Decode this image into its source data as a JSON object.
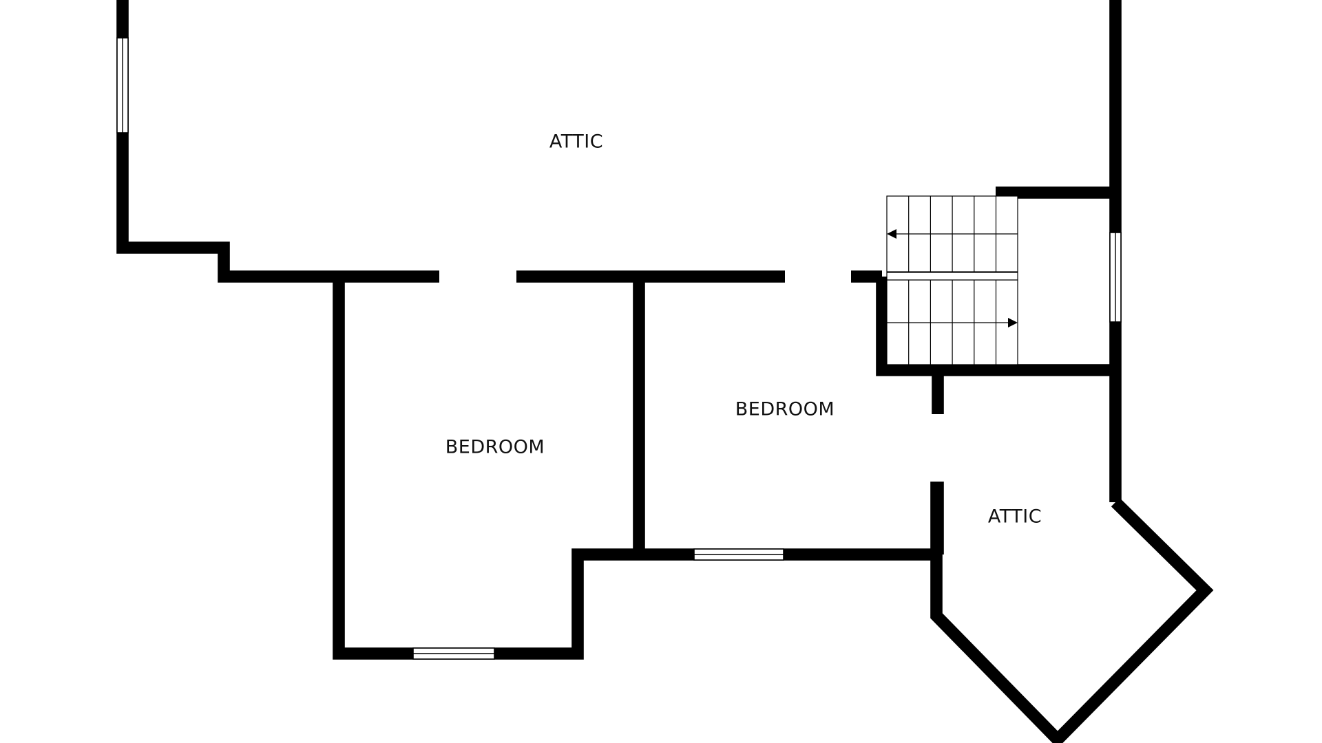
{
  "rooms": [
    {
      "id": "attic-main",
      "label": "ATTIC"
    },
    {
      "id": "bedroom-left",
      "label": "BEDROOM"
    },
    {
      "id": "bedroom-center",
      "label": "BEDROOM"
    },
    {
      "id": "attic-corner",
      "label": "ATTIC"
    }
  ],
  "colors": {
    "wall": "#000000",
    "background": "#ffffff",
    "label": "#111111"
  }
}
